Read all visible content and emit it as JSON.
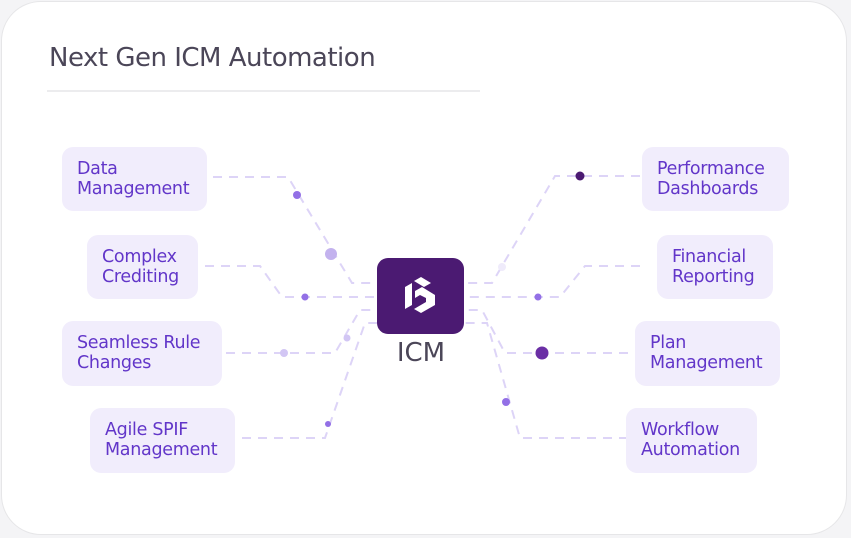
{
  "header": {
    "title": "Next Gen ICM Automation"
  },
  "hub": {
    "label": "ICM",
    "icon": "icm-logo-icon",
    "color": "#4b1a72"
  },
  "colors": {
    "node_bg": "#f1edfc",
    "node_text": "#6236c9",
    "line": "#ddd4f7",
    "dot_light": "#c3b2ee",
    "dot_mid": "#9370e6",
    "dot_dark": "#4b1a72"
  },
  "left_nodes": [
    {
      "label_line1": "Data",
      "label_line2": "Management"
    },
    {
      "label_line1": "Complex",
      "label_line2": "Crediting"
    },
    {
      "label_line1": "Seamless Rule",
      "label_line2": "Changes"
    },
    {
      "label_line1": "Agile SPIF",
      "label_line2": "Management"
    }
  ],
  "right_nodes": [
    {
      "label_line1": "Performance",
      "label_line2": "Dashboards"
    },
    {
      "label_line1": "Financial",
      "label_line2": "Reporting"
    },
    {
      "label_line1": "Plan",
      "label_line2": "Management"
    },
    {
      "label_line1": "Workflow",
      "label_line2": "Automation"
    }
  ]
}
